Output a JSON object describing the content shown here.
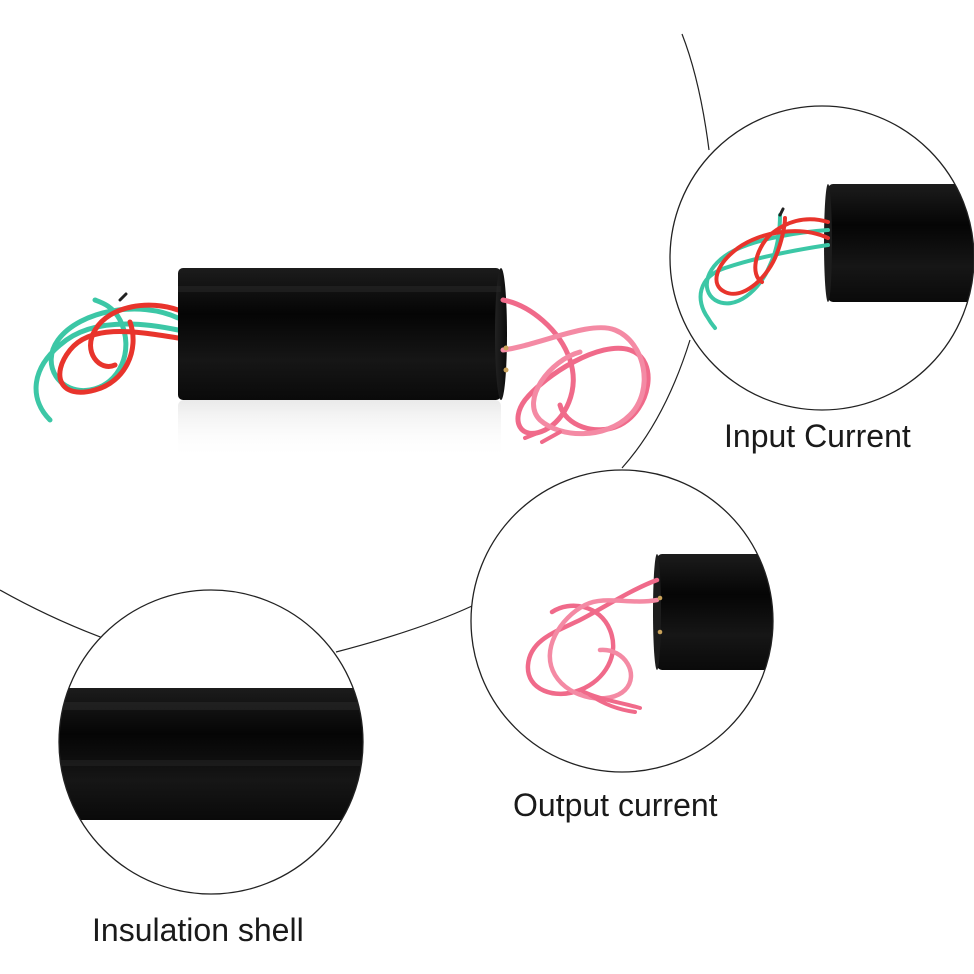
{
  "callouts": {
    "input": {
      "label": "Input Current"
    },
    "output": {
      "label": "Output current"
    },
    "shell": {
      "label": "Insulation shell"
    }
  },
  "colors": {
    "background": "#ffffff",
    "body": "#0e0e0e",
    "wire_red": "#e8342c",
    "wire_green": "#3cc7a6",
    "wire_pink": "#f06a8a",
    "leader_line": "#222222"
  }
}
